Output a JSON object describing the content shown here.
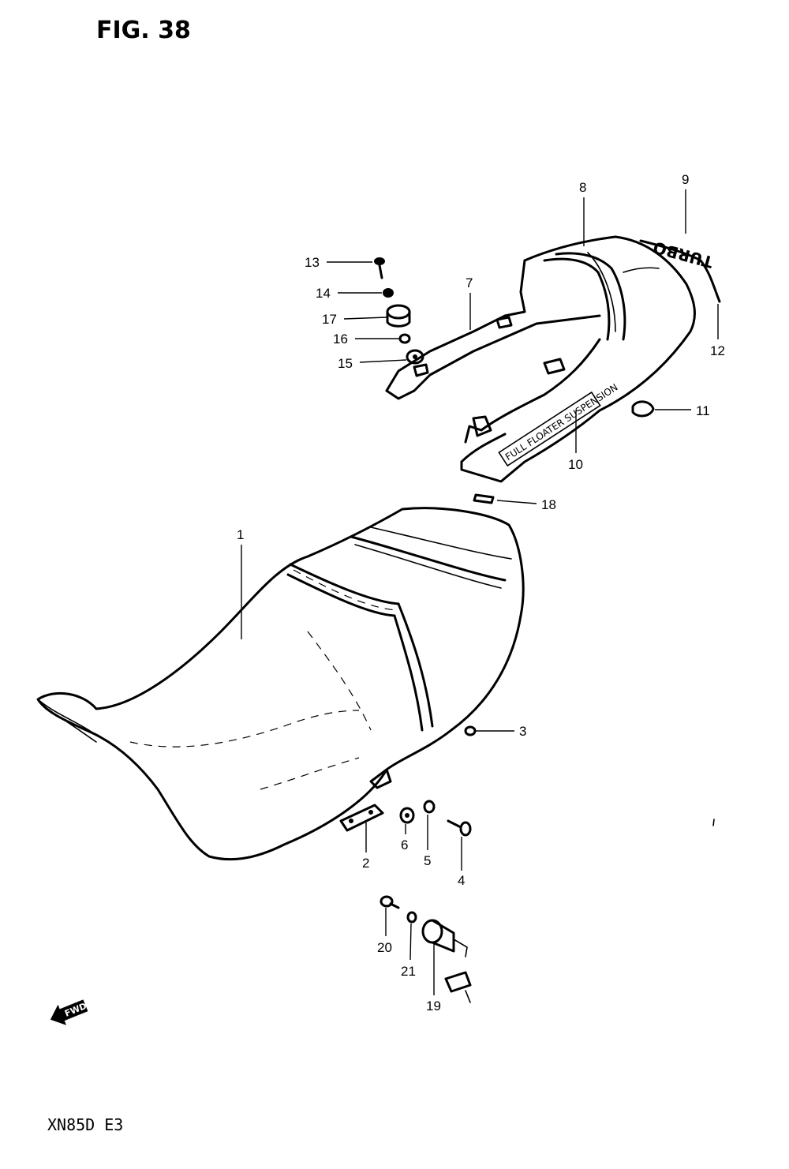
{
  "figure_title": "FIG. 38",
  "model_code": "XN85D  E3",
  "decal_text": "TURBO",
  "tail_decal_text": "FULL FLOATER SUSPENSION",
  "fwd_arrow_text": "FWD",
  "callouts": [
    {
      "number": "1",
      "part": "seat"
    },
    {
      "number": "2",
      "part": "seat-hinge-bracket"
    },
    {
      "number": "3",
      "part": "clip-nut"
    },
    {
      "number": "4",
      "part": "bolt"
    },
    {
      "number": "5",
      "part": "lock-washer"
    },
    {
      "number": "6",
      "part": "washer"
    },
    {
      "number": "7",
      "part": "tail-frame-left"
    },
    {
      "number": "8",
      "part": "seat-tail-cover"
    },
    {
      "number": "9",
      "part": "turbo-emblem"
    },
    {
      "number": "10",
      "part": "tail-frame-right"
    },
    {
      "number": "11",
      "part": "grommet"
    },
    {
      "number": "12",
      "part": "trim-molding"
    },
    {
      "number": "13",
      "part": "screw"
    },
    {
      "number": "14",
      "part": "nut"
    },
    {
      "number": "15",
      "part": "washer"
    },
    {
      "number": "16",
      "part": "spacer"
    },
    {
      "number": "17",
      "part": "cushion"
    },
    {
      "number": "18",
      "part": "cushion-strip"
    },
    {
      "number": "19",
      "part": "seat-lock-set"
    },
    {
      "number": "20",
      "part": "screw"
    },
    {
      "number": "21",
      "part": "lock-washer"
    }
  ]
}
